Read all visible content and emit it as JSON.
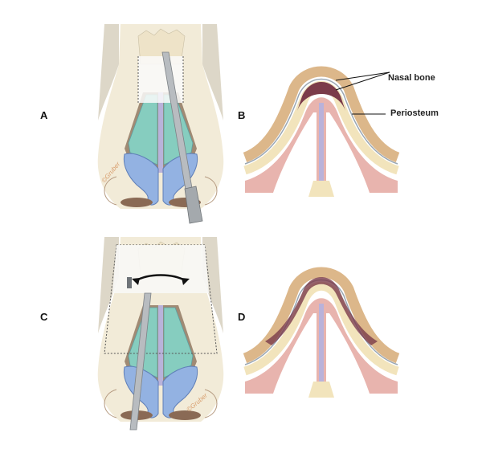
{
  "panels": [
    {
      "id": "A",
      "label": "A"
    },
    {
      "id": "B",
      "label": "B"
    },
    {
      "id": "C",
      "label": "C"
    },
    {
      "id": "D",
      "label": "D"
    }
  ],
  "annotations": {
    "nasal_bone": "Nasal bone",
    "periosteum": "Periosteum"
  },
  "signature": "©Gruber",
  "colors": {
    "skin": "#dcb78a",
    "bone": "#f2e4bc",
    "periosteum_space": "#7b3b4a",
    "mucosa": "#e8b4ae",
    "septum": "#b9b2da",
    "upper_lateral_cartilage": "#86cdbf",
    "alar_cartilage": "#93b2e2",
    "instrument": "#b8bcc0"
  }
}
